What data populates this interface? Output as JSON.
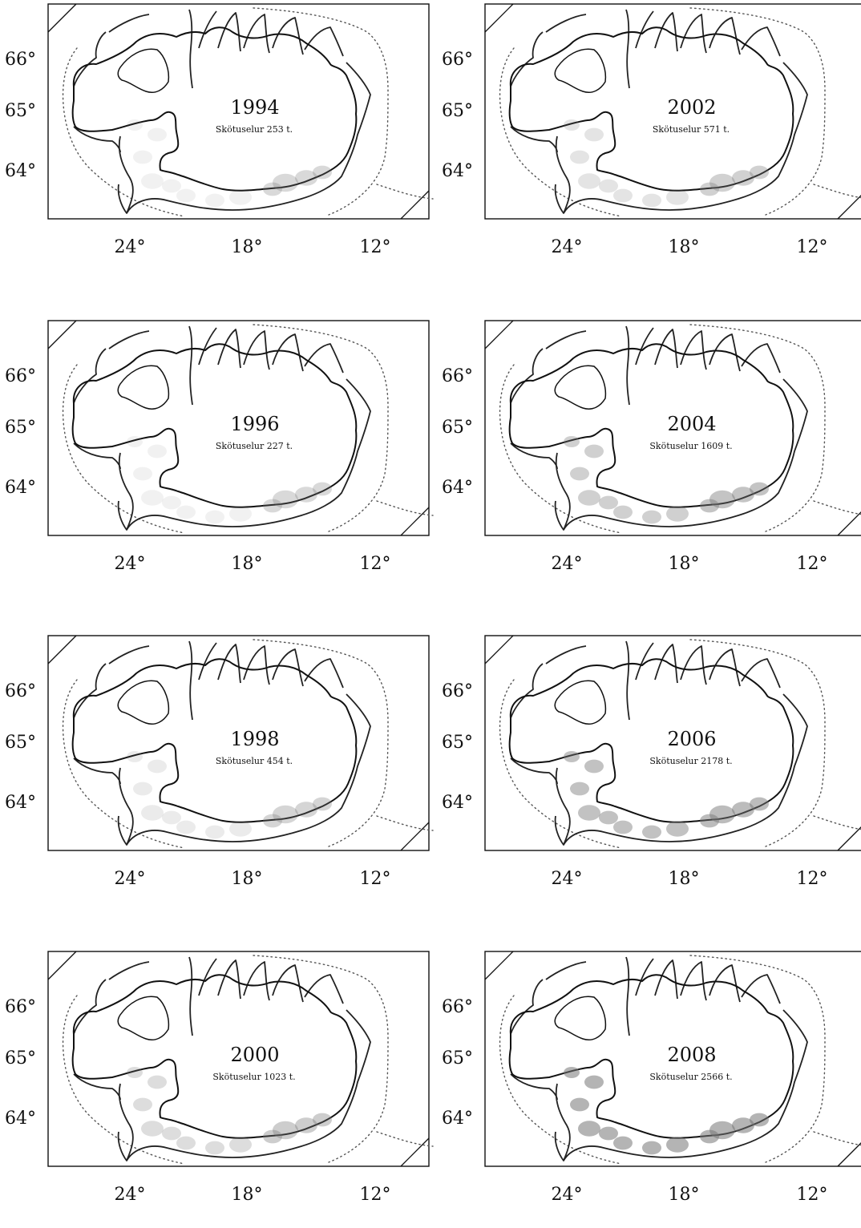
{
  "lat_labels": [
    "66°",
    "65°",
    "64°"
  ],
  "lon_labels": [
    "24°",
    "18°",
    "12°"
  ],
  "panels": [
    {
      "year": "1994",
      "catch": "Skötuselur 253 t.",
      "intensity": 0.1
    },
    {
      "year": "2002",
      "catch": "Skötuselur 571 t.",
      "intensity": 0.3
    },
    {
      "year": "1996",
      "catch": "Skötuselur 227 t.",
      "intensity": 0.1
    },
    {
      "year": "2004",
      "catch": "Skötuselur 1609 t.",
      "intensity": 0.6
    },
    {
      "year": "1998",
      "catch": "Skötuselur 454 t.",
      "intensity": 0.2
    },
    {
      "year": "2006",
      "catch": "Skötuselur 2178 t.",
      "intensity": 0.8
    },
    {
      "year": "2000",
      "catch": "Skötuselur 1023 t.",
      "intensity": 0.4
    },
    {
      "year": "2008",
      "catch": "Skötuselur 2566 t.",
      "intensity": 1.0
    }
  ]
}
